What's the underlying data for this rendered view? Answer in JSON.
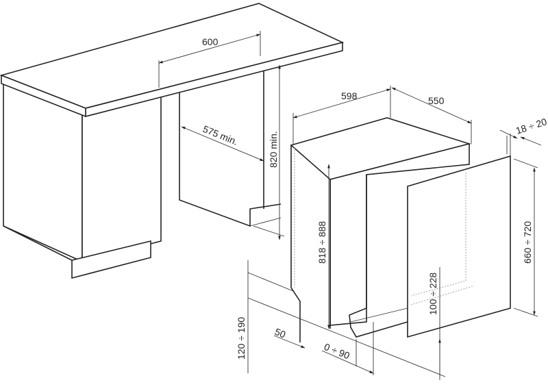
{
  "dimensions": {
    "niche_width": "600",
    "niche_depth": "575 min.",
    "niche_height": "820 min.",
    "appliance_width": "598",
    "appliance_depth": "550",
    "panel_thickness": "18 ÷ 20",
    "appliance_height": "818 ÷ 888",
    "panel_height": "660 ÷ 720",
    "plinth_gap": "100 ÷ 228",
    "plinth_height": "120 ÷ 190",
    "plinth_setback": "50",
    "foot_offset": "0 ÷ 90"
  }
}
